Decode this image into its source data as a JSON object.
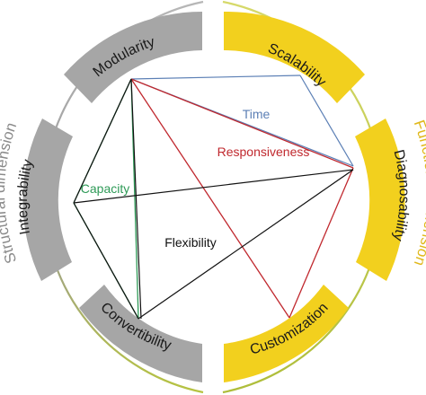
{
  "dimensions": {
    "structural": "Structural dimension",
    "functional": "Functional dimension"
  },
  "segments": {
    "modularity": "Modularity",
    "integrability": "Integrability",
    "convertibility": "Convertibility",
    "scalability": "Scalability",
    "diagnosability": "Diagnosability",
    "customization": "Customization"
  },
  "relations": {
    "time": "Time",
    "responsiveness": "Responsiveness",
    "capacity": "Capacity",
    "flexibility": "Flexibility"
  },
  "colors": {
    "structural_segment": "#a6a6a6",
    "functional_segment": "#f2d01e",
    "structural_arc": "#9e9e9e",
    "functional_arc": "#c8cf45",
    "time": "#5b7fb5",
    "responsiveness": "#c0282e",
    "capacity": "#2e9a57",
    "flexibility": "#111111"
  }
}
